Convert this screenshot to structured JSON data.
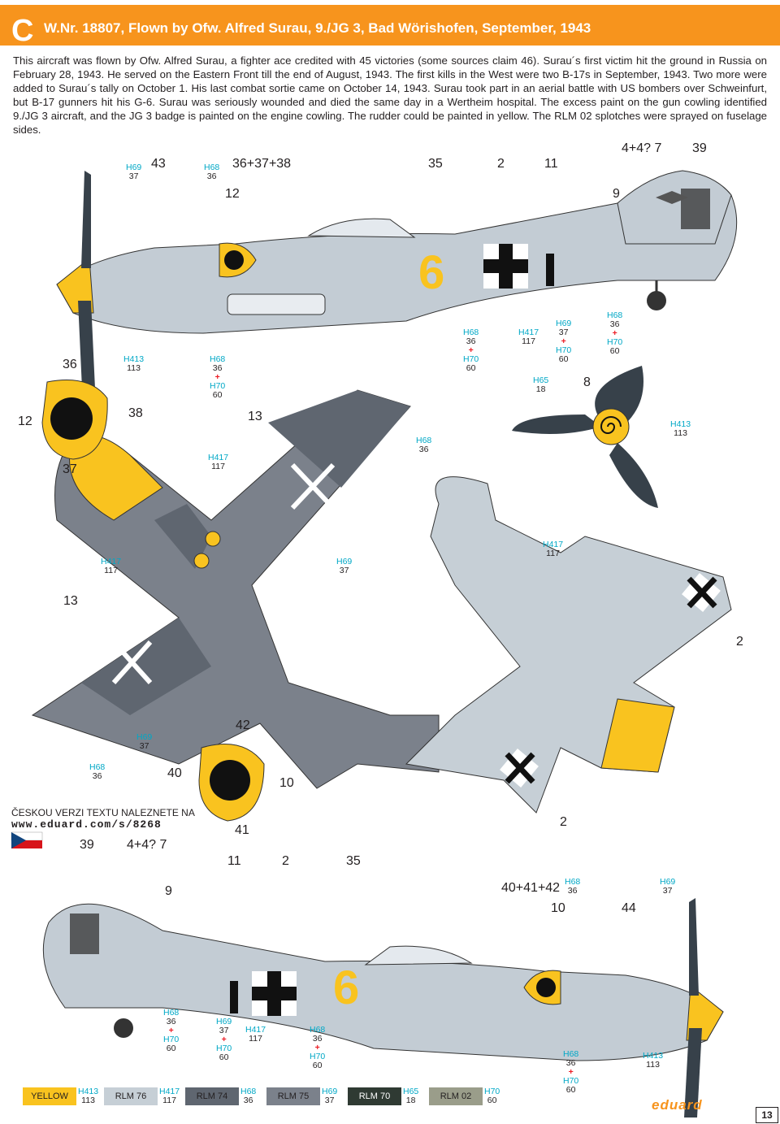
{
  "header": {
    "badge": "C",
    "title": "W.Nr. 18807, Flown by Ofw. Alfred Surau, 9./JG 3, Bad Wörishofen, September, 1943"
  },
  "description": "This aircraft was flown by Ofw. Alfred Surau, a fighter ace credited with 45 victories (some sources claim 46). Surau´s first victim hit the ground in Russia on February 28, 1943. He served on the Eastern Front till the end of August, 1943. The first kills in the West were two B-17s in September, 1943. Two more were added to Surau´s tally on October 1. His last combat sortie came on October 14, 1943. Surau took part in an aerial battle with US bombers over Schweinfurt, but B-17 gunners hit his G-6. Surau was seriously wounded and died the same day in a Wertheim hospital. The excess paint on the gun cowling identified 9./JG 3 aircraft, and the JG 3 badge is painted on the engine cowling. The rudder could be painted in yellow. The RLM 02 splotches were sprayed on fuselage sides.",
  "callouts": {
    "c43": "43",
    "c36_37_38": "36+37+38",
    "c12a": "12",
    "c35a": "35",
    "c2a": "2",
    "c11a": "11",
    "c4_4_7a": "4+4? 7",
    "c39a": "39",
    "c9a": "9",
    "c36a": "36",
    "c12b": "12",
    "c38": "38",
    "c13a": "13",
    "c8": "8",
    "c37": "37",
    "c13b": "13",
    "c2b": "2",
    "c42": "42",
    "c40": "40",
    "c10a": "10",
    "c41": "41",
    "c2c": "2",
    "c39b": "39",
    "c4_4_7b": "4+4? 7",
    "c11b": "11",
    "c2d": "2",
    "c35b": "35",
    "c9b": "9",
    "c40_41_42": "40+41+42",
    "c10b": "10",
    "c44": "44"
  },
  "paint_codes": {
    "h69": "H69",
    "n37": "37",
    "h68": "H68",
    "n36": "36",
    "h413": "H413",
    "n113": "113",
    "h70": "H70",
    "n60": "60",
    "h417": "H417",
    "n117": "117",
    "h65": "H65",
    "n18": "18",
    "plus": "+"
  },
  "czech_note": {
    "text": "ČESKOU VERZI TEXTU NALEZNETE NA",
    "url": "www.eduard.com/s/8268"
  },
  "legend": [
    {
      "name": "YELLOW",
      "h": "H413",
      "n": "113",
      "color": "#f9c31f",
      "fg": "#231f20"
    },
    {
      "name": "RLM 76",
      "h": "H417",
      "n": "117",
      "color": "#c6cfd6",
      "fg": "#231f20"
    },
    {
      "name": "RLM 74",
      "h": "H68",
      "n": "36",
      "color": "#5f6670",
      "fg": "#231f20"
    },
    {
      "name": "RLM 75",
      "h": "H69",
      "n": "37",
      "color": "#7b818b",
      "fg": "#231f20"
    },
    {
      "name": "RLM 70",
      "h": "H65",
      "n": "18",
      "color": "#2f3a33",
      "fg": "#ffffff"
    },
    {
      "name": "RLM 02",
      "h": "H70",
      "n": "60",
      "color": "#9a9d8a",
      "fg": "#231f20"
    }
  ],
  "brand": "eduard",
  "page_number": "13",
  "colors": {
    "accent": "#f7941d",
    "yellow": "#f9c31f",
    "cyan_code": "#00a8c6",
    "red_plus": "#ed1c24"
  }
}
